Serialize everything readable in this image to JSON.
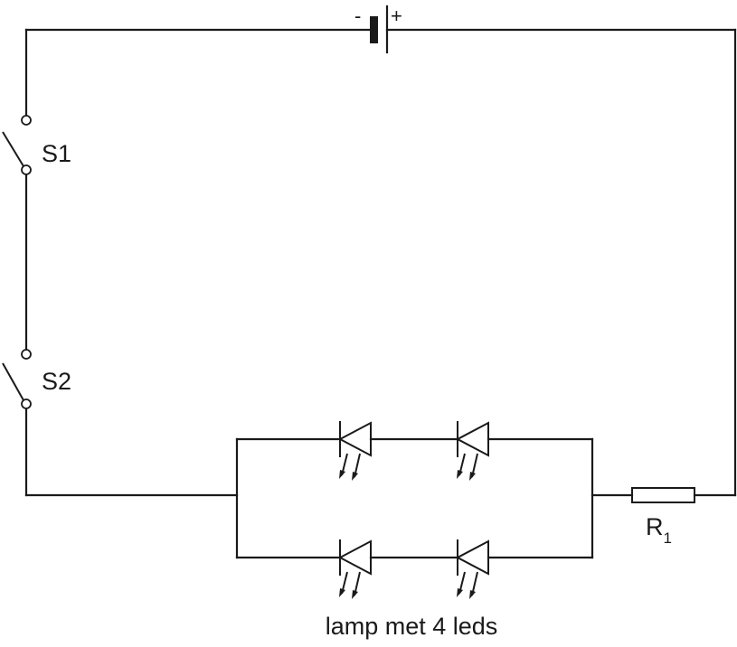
{
  "battery": {
    "minus_label": "-",
    "plus_label": "+"
  },
  "switches": [
    {
      "label": "S1"
    },
    {
      "label": "S2"
    }
  ],
  "resistor": {
    "label": "R",
    "subscript": "1"
  },
  "lamp": {
    "caption": "lamp met 4 leds",
    "led_count": 4
  },
  "colors": {
    "line": "#1a1a1a",
    "background": "#ffffff"
  }
}
